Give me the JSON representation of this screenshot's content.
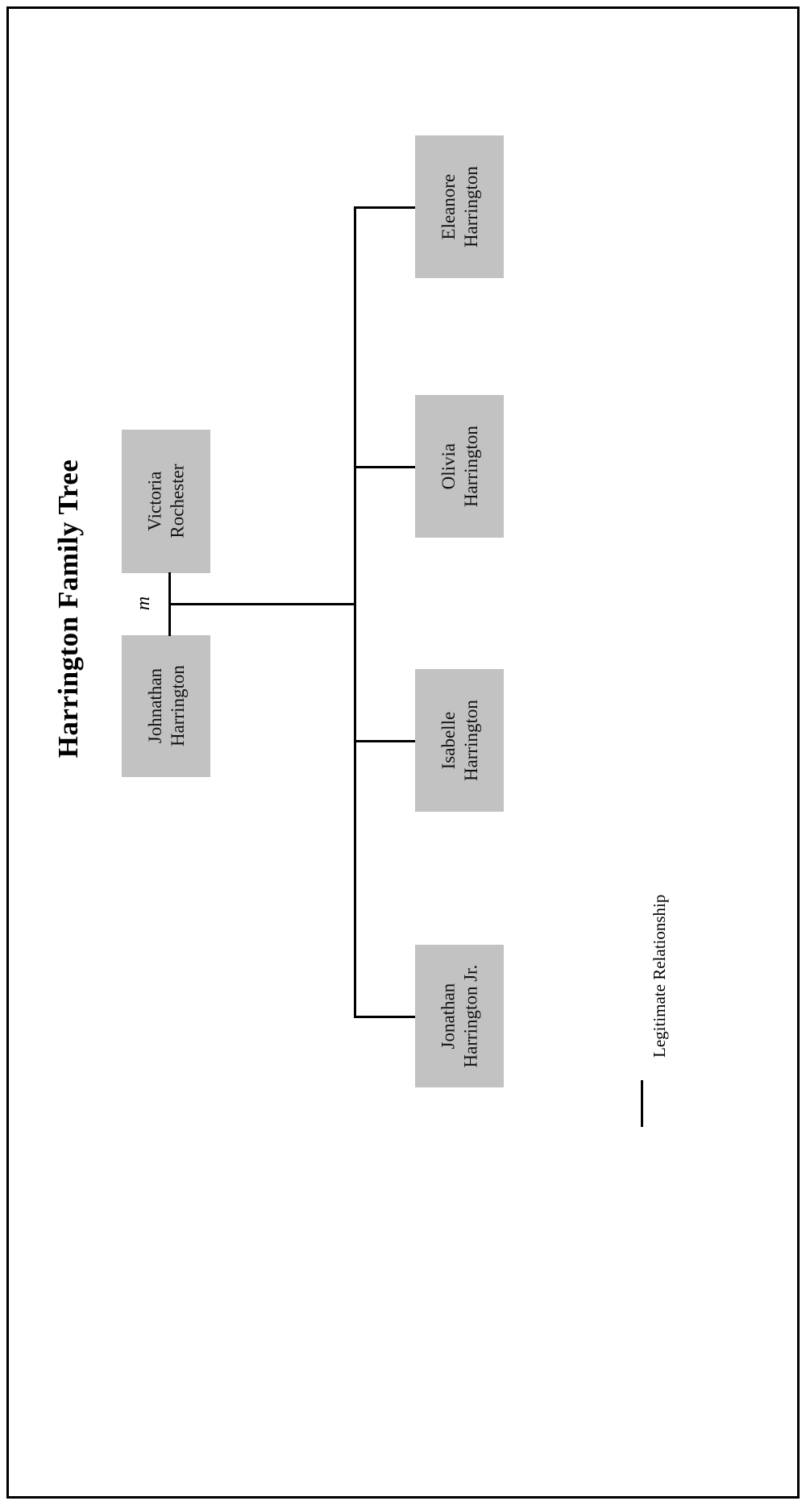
{
  "document": {
    "title": "Harrington Family Tree",
    "orientation": "rotated-90",
    "background_color": "#ffffff",
    "border_color": "#000000",
    "node_fill_color": "#c2c2c2",
    "line_color": "#000000"
  },
  "tree": {
    "union": {
      "marriage_symbol": "m",
      "partners": [
        {
          "id": "victoria",
          "line1": "Victoria",
          "line2": "Rochester"
        },
        {
          "id": "johnathan",
          "line1": "Johnathan",
          "line2": "Harrington"
        }
      ]
    },
    "children": [
      {
        "id": "eleanore",
        "line1": "Eleanore",
        "line2": "Harrington"
      },
      {
        "id": "olivia",
        "line1": "Olivia",
        "line2": "Harrington"
      },
      {
        "id": "isabelle",
        "line1": "Isabelle",
        "line2": "Harrington"
      },
      {
        "id": "jonathan_jr",
        "line1": "Jonathan",
        "line2": "Harrington Jr."
      }
    ]
  },
  "legend": {
    "items": [
      {
        "label": "Legitimate Relationship",
        "style": "solid-line"
      }
    ]
  }
}
